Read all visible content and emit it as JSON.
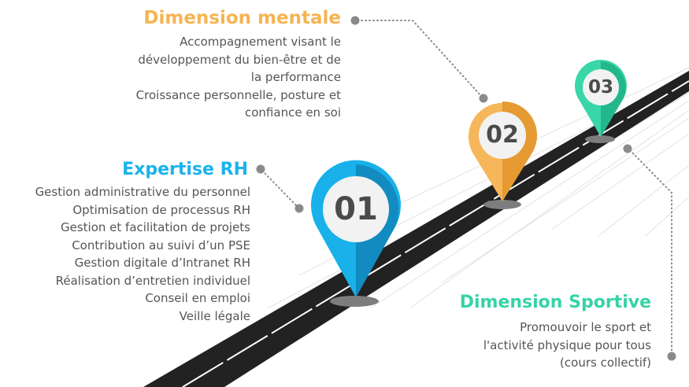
{
  "sections": [
    {
      "title": "Dimension mentale",
      "color": "#F5B452",
      "lines": [
        "Accompagnement visant le",
        "développement du bien-être  et de",
        "la performance",
        "Croissance personnelle, posture et",
        "confiance en soi"
      ]
    },
    {
      "title": "Expertise RH",
      "color": "#1BB3EC",
      "lines": [
        "Gestion administrative du personnel",
        "Optimisation de processus RH",
        "Gestion et facilitation de projets",
        "Contribution au suivi d’un PSE",
        "Gestion digitale d’Intranet RH",
        "Réalisation d’entretien individuel",
        "Conseil en emploi",
        "Veille légale"
      ]
    },
    {
      "title": "Dimension Sportive",
      "color": "#36D3A6",
      "lines": [
        "Promouvoir le sport et",
        "l'activité physique pour tous",
        "(cours collectif)"
      ]
    }
  ],
  "pins": [
    {
      "number": "01",
      "color": "#18B1EA",
      "shade": "#128CC0"
    },
    {
      "number": "02",
      "color": "#F6B65A",
      "shade": "#E59A32"
    },
    {
      "number": "03",
      "color": "#38D6A8",
      "shade": "#22B88B"
    }
  ],
  "colors": {
    "road": "#222222",
    "road_marking": "#ffffff",
    "text": "#555555",
    "connector": "#8a8a8a",
    "pin_circle": "#f2f2f2"
  }
}
